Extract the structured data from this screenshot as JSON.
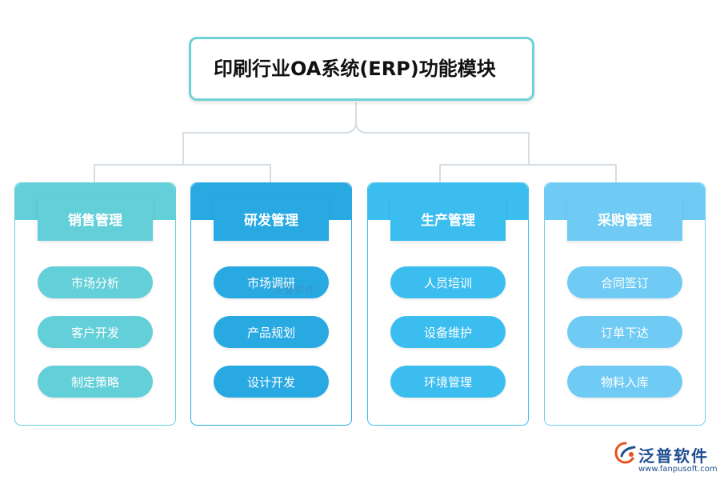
{
  "title": "印刷行业OA系统(ERP)功能模块",
  "colors": {
    "title_border": "#6dd3d6",
    "connector": "#d4dde4"
  },
  "columns": [
    {
      "header": "销售管理",
      "accent": "#63cfd9",
      "items": [
        "市场分析",
        "客户开发",
        "制定策略"
      ]
    },
    {
      "header": "研发管理",
      "accent": "#28a9e2",
      "items": [
        "市场调研",
        "产品规划",
        "设计开发"
      ]
    },
    {
      "header": "生产管理",
      "accent": "#3cbdf0",
      "items": [
        "人员培训",
        "设备维护",
        "环境管理"
      ]
    },
    {
      "header": "采购管理",
      "accent": "#70cbf4",
      "items": [
        "合同签订",
        "订单下达",
        "物料入库"
      ]
    }
  ],
  "watermark": "泛普软件",
  "logo": {
    "name": "泛普软件",
    "url": "www.fanpusoft.com",
    "icon": "fanpu-logo-icon",
    "colors": [
      "#e8501e",
      "#1f4e8f"
    ]
  }
}
